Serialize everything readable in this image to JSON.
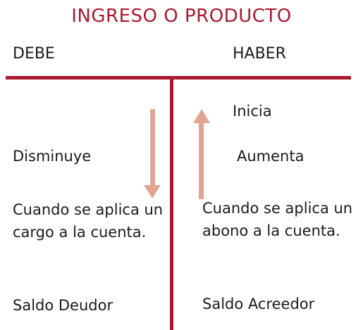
{
  "title": "INGRESO O PRODUCTO",
  "columns": {
    "debe": "DEBE",
    "haber": "HABER"
  },
  "haber_start": "Inicia",
  "movement": {
    "debe": "Disminuye",
    "haber": "Aumenta"
  },
  "description": {
    "debe": "Cuando se aplica un cargo a la cuenta.",
    "haber": "Cuando se aplica un abono a la cuenta."
  },
  "balance": {
    "debe": "Saldo Deudor",
    "haber": "Saldo Acreedor"
  },
  "colors": {
    "accent": "#a6192e",
    "arrow": "#e0a591"
  },
  "icons": {
    "down": "arrow-down-icon",
    "up": "arrow-up-icon"
  }
}
